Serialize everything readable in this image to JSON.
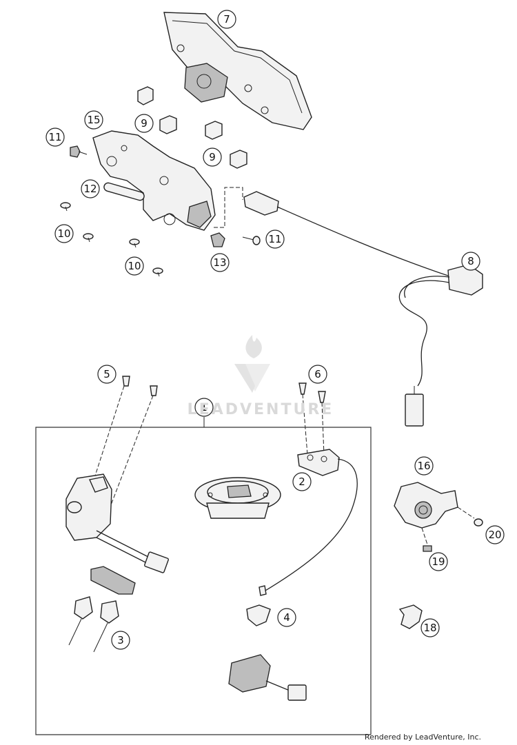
{
  "watermark": {
    "brand": "LEADVENTURE"
  },
  "footer": {
    "credit": "Rendered by LeadVenture, Inc."
  },
  "callouts": [
    {
      "id": "c7",
      "label": "7"
    },
    {
      "id": "c15",
      "label": "15"
    },
    {
      "id": "c11a",
      "label": "11"
    },
    {
      "id": "c9a",
      "label": "9"
    },
    {
      "id": "c9b",
      "label": "9"
    },
    {
      "id": "c12",
      "label": "12"
    },
    {
      "id": "c10a",
      "label": "10"
    },
    {
      "id": "c10b",
      "label": "10"
    },
    {
      "id": "c13",
      "label": "13"
    },
    {
      "id": "c11b",
      "label": "11"
    },
    {
      "id": "c8",
      "label": "8"
    },
    {
      "id": "c5",
      "label": "5"
    },
    {
      "id": "c6",
      "label": "6"
    },
    {
      "id": "c1",
      "label": "1"
    },
    {
      "id": "c2",
      "label": "2"
    },
    {
      "id": "c16",
      "label": "16"
    },
    {
      "id": "c20",
      "label": "20"
    },
    {
      "id": "c19",
      "label": "19"
    },
    {
      "id": "c4",
      "label": "4"
    },
    {
      "id": "c3",
      "label": "3"
    },
    {
      "id": "c18",
      "label": "18"
    }
  ]
}
